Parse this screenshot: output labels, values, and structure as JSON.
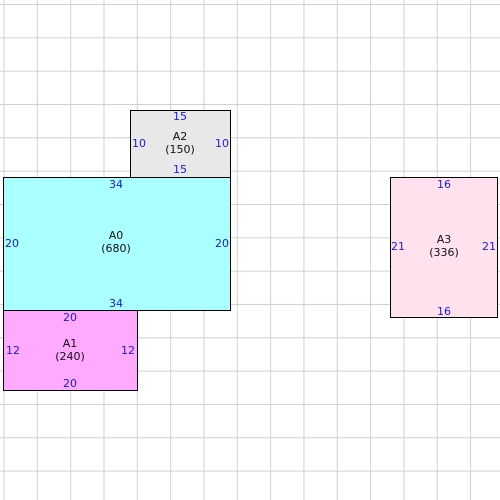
{
  "blocks": {
    "a0": {
      "name": "A0",
      "area": "(680)",
      "top": "34",
      "bottom": "34",
      "left": "20",
      "right": "20",
      "fill": "#aaffff"
    },
    "a1": {
      "name": "A1",
      "area": "(240)",
      "top": "20",
      "bottom": "20",
      "left": "12",
      "right": "12",
      "fill": "#ffaaff"
    },
    "a2": {
      "name": "A2",
      "area": "(150)",
      "top": "15",
      "bottom": "15",
      "left": "10",
      "right": "10",
      "fill": "#e8e8e8"
    },
    "a3": {
      "name": "A3",
      "area": "(336)",
      "top": "16",
      "bottom": "16",
      "left": "21",
      "right": "21",
      "fill": "#ffe2ee"
    }
  }
}
